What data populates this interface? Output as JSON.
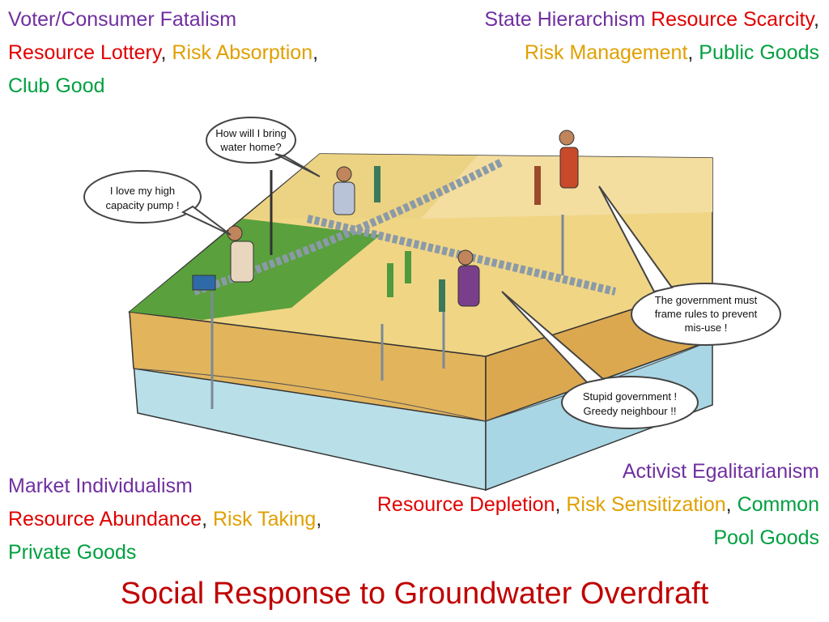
{
  "captions": {
    "top_left": {
      "heading": "Voter/Consumer Fatalism",
      "scarcity": "Resource Lottery",
      "sep1": ", ",
      "risk": "Risk Absorption",
      "sep2": ", ",
      "good": "Club Good"
    },
    "top_right": {
      "heading": "State Hierarchism",
      "scarcity": "Resource Scarcity",
      "sep1": ", ",
      "risk": "Risk Management",
      "sep2": ",",
      "good": "Public Goods"
    },
    "bottom_left": {
      "heading": "Market Individualism",
      "scarcity": "Resource Abundance",
      "sep1": ", ",
      "risk": "Risk Taking",
      "sep2": ", ",
      "good": "Private Goods"
    },
    "bottom_right": {
      "heading": "Activist Egalitarianism",
      "scarcity": "Resource Depletion",
      "sep1": ", ",
      "risk": "Risk Sensitization",
      "sep2": ", ",
      "good": "Common Pool Goods"
    }
  },
  "bubbles": {
    "fatalist_line1": "How will I bring",
    "fatalist_line2": "water home?",
    "individualist_line1": "I love my high",
    "individualist_line2": "capacity pump !",
    "hierarchist_line1": "The government must",
    "hierarchist_line2": "frame rules to prevent",
    "hierarchist_line3": "mis-use !",
    "egalitarian_line1": "Stupid government !",
    "egalitarian_line2": "Greedy neighbour !!"
  },
  "title": "Social Response to Groundwater Overdraft",
  "colors": {
    "heading": "#7030a0",
    "resource": "#e00000",
    "risk": "#e0a000",
    "goods": "#00a040",
    "title": "#c00000"
  }
}
